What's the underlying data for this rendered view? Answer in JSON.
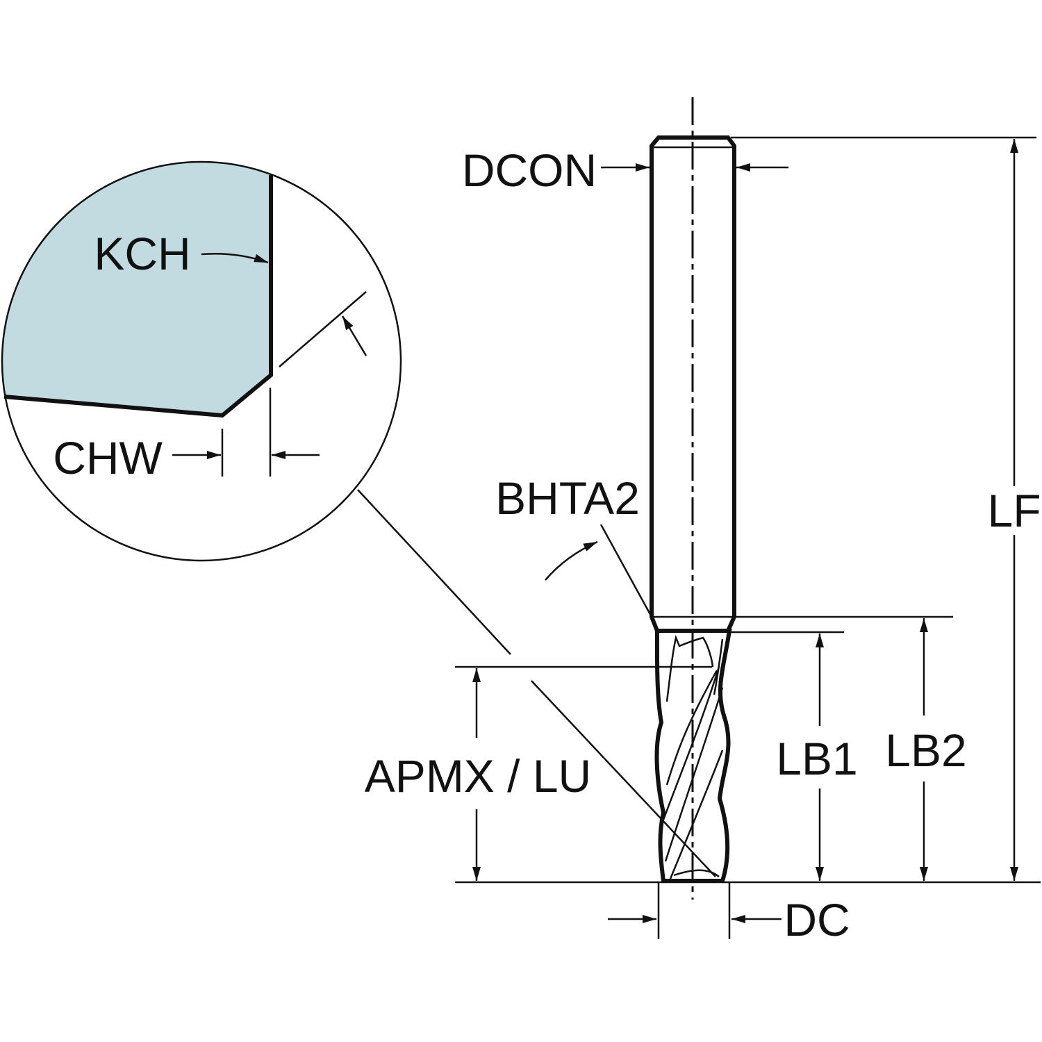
{
  "diagram": {
    "title": "Solid end mill dimension drawing",
    "labels": {
      "dcon": "DCON",
      "lf": "LF",
      "bhta2": "BHTA2",
      "lb1": "LB1",
      "lb2": "LB2",
      "apmx_lu": "APMX / LU",
      "dc": "DC",
      "kch": "KCH",
      "chw": "CHW"
    },
    "colors": {
      "shank": "#d4ebef",
      "cutting": "#bfdade",
      "detail_fill": "#c1dbe0",
      "line": "#111111"
    }
  }
}
